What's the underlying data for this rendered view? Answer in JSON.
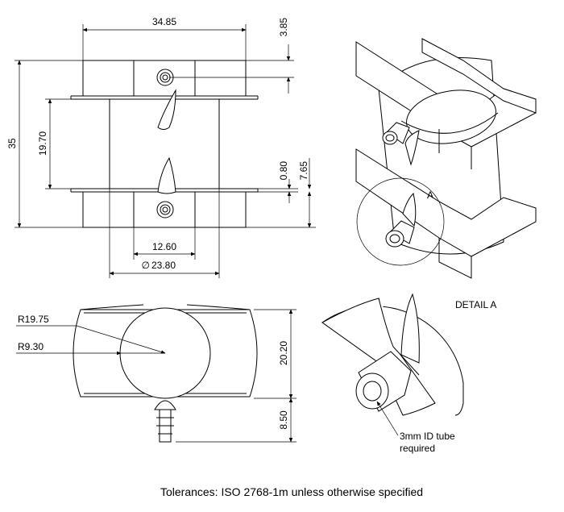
{
  "front_view": {
    "overall_width": "34.85",
    "overall_height": "35",
    "inner_height": "19.70",
    "top_flange": "3.85",
    "flange_thickness": "0.80",
    "lower_flange_height": "7.65",
    "inner_width": "12.60",
    "diameter_symbol": "∅",
    "diameter": "23.80"
  },
  "top_view": {
    "outer_radius": "R19.75",
    "inner_radius": "R9.30",
    "width": "20.20",
    "tube_length": "8.50"
  },
  "isometric": {
    "detail_marker": "A"
  },
  "detail": {
    "title": "DETAIL A",
    "note_line1": "3mm ID tube",
    "note_line2": "required"
  },
  "footer": {
    "tolerances": "Tolerances: ISO 2768-1m unless otherwise specified"
  }
}
